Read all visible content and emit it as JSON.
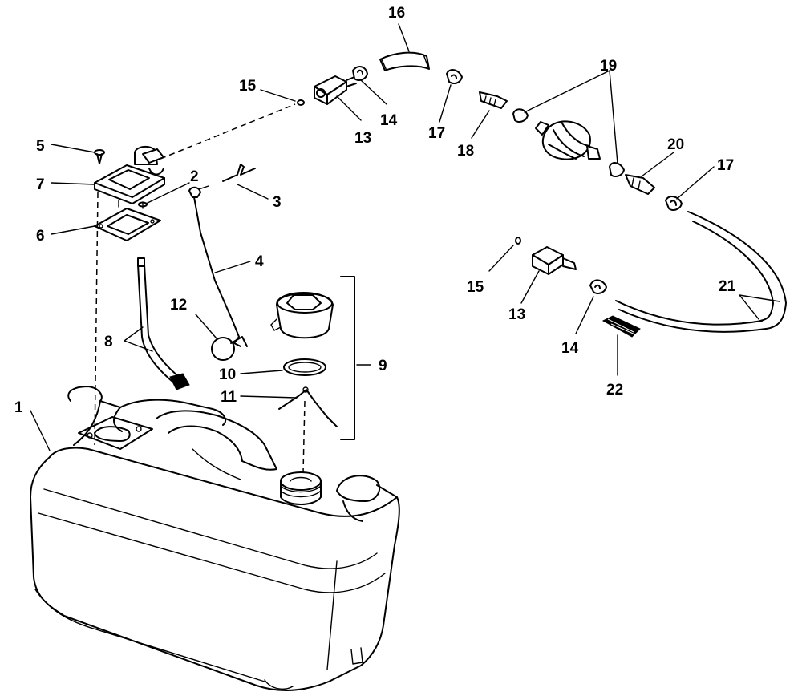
{
  "callouts": {
    "c1": "1",
    "c2": "2",
    "c3": "3",
    "c4": "4",
    "c5": "5",
    "c6": "6",
    "c7": "7",
    "c8": "8",
    "c9": "9",
    "c10": "10",
    "c11": "11",
    "c12": "12",
    "c13a": "13",
    "c13b": "13",
    "c14a": "14",
    "c14b": "14",
    "c15a": "15",
    "c15b": "15",
    "c16": "16",
    "c17a": "17",
    "c17b": "17",
    "c18": "18",
    "c19": "19",
    "c20": "20",
    "c21": "21",
    "c22": "22"
  }
}
